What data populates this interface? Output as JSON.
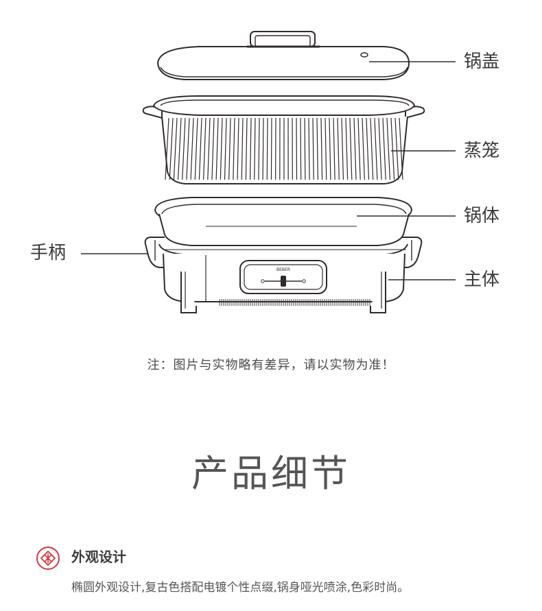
{
  "diagram": {
    "labels": {
      "lid": "锅盖",
      "steamer": "蒸笼",
      "pot": "锅体",
      "handle": "手柄",
      "base": "主体"
    },
    "brand": "BEBER"
  },
  "note": "注：图片与实物略有差异，请以实物为准！",
  "section_title": "产品细节",
  "feature": {
    "icon": "diamond-emblem-icon",
    "title": "外观设计",
    "description": "椭圆外观设计,复古色搭配电镀个性点缀,锅身哑光喷涂,色彩时尚。"
  },
  "colors": {
    "line": "#2f2a28",
    "accent": "#d7353f",
    "text": "#3a3a3a"
  }
}
